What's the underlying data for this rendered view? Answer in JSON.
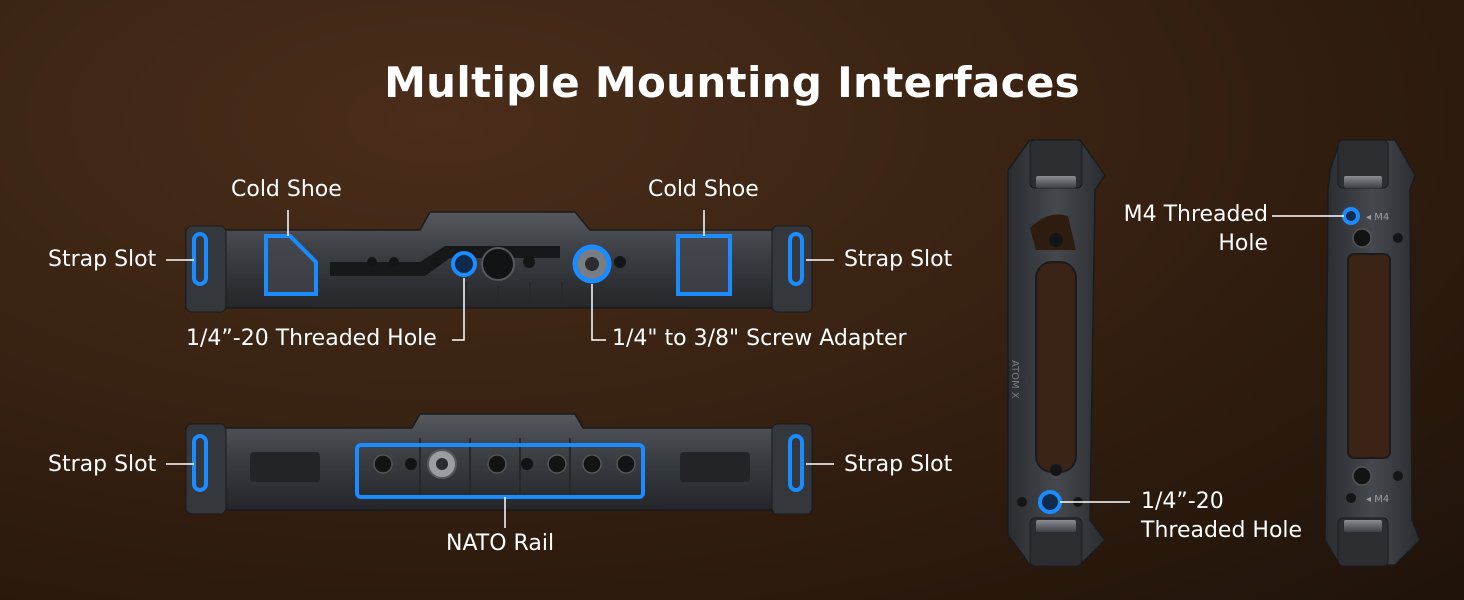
{
  "title": "Multiple Mounting Interfaces",
  "callouts": {
    "cold_shoe_left": "Cold Shoe",
    "cold_shoe_right": "Cold Shoe",
    "strap_slot_top_left": "Strap Slot",
    "strap_slot_top_right": "Strap Slot",
    "strap_slot_bottom_left": "Strap Slot",
    "strap_slot_bottom_right": "Strap Slot",
    "threaded_hole_quarter": "1/4”-20 Threaded Hole",
    "screw_adapter": "1/4\" to 3/8\" Screw Adapter",
    "nato_rail": "NATO Rail",
    "m4_line1": "M4 Threaded",
    "m4_line2": "Hole",
    "side_hole_line1": "1/4”-20",
    "side_hole_line2": "Threaded Hole"
  },
  "engraving": {
    "brand": "ATOM X",
    "m4_top": "◂ M4",
    "m4_bottom": "◂ M4"
  },
  "colors": {
    "highlight": "#1a8cff",
    "metal": "#2e3033",
    "metal_light": "#4a4d52",
    "leader": "#ffffff"
  }
}
